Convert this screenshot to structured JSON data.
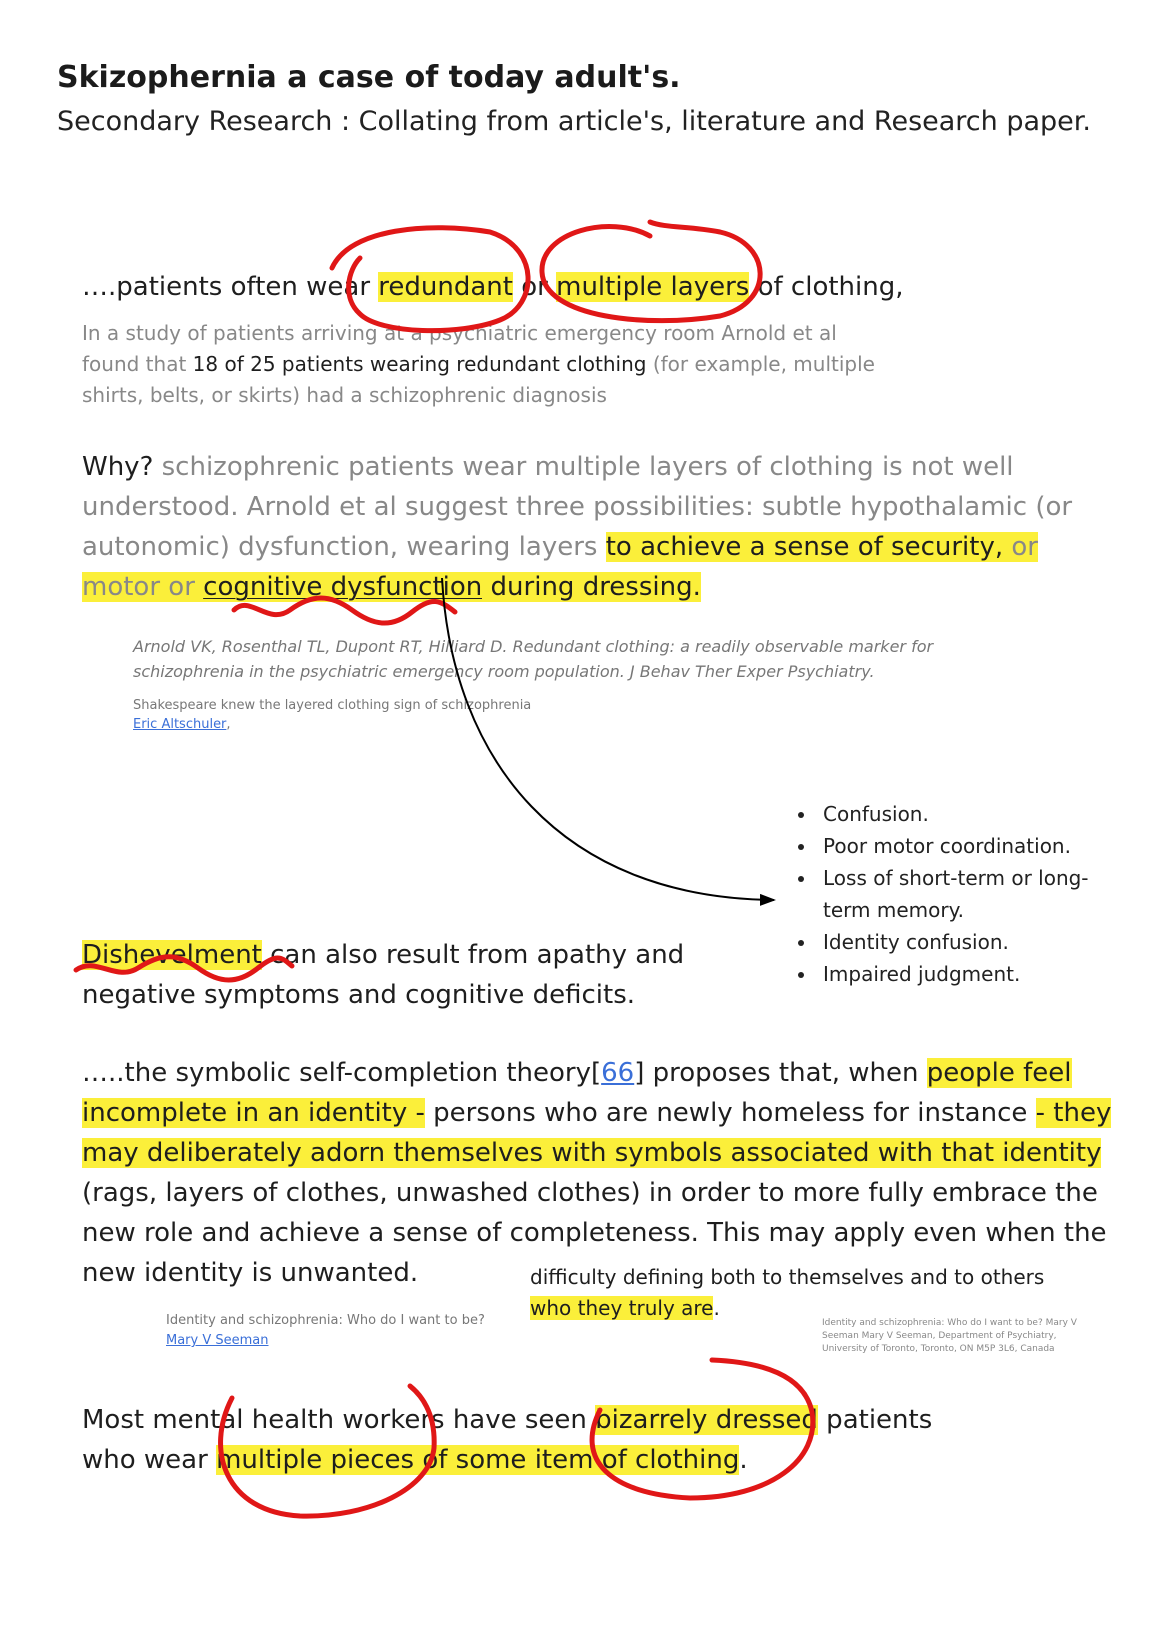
{
  "title": "Skizophernia a case of today adult's.",
  "subtitle": "Secondary Research : Collating from article's, literature and Research paper.",
  "quote1": {
    "pre": "….patients often wear ",
    "h1": "redundant",
    "mid": " or ",
    "h2": "multiple layers",
    "post": " of clothing,"
  },
  "study": {
    "pre": "In a study of patients arriving at a psychiatric emergency room Arnold et al found that ",
    "dark": "18 of 25 patients wearing redundant clothing",
    "post": " (for example, multiple shirts, belts, or skirts) had a schizophrenic diagnosis"
  },
  "why": {
    "lead": "Why?",
    "gray": " schizophrenic patients wear multiple layers of clothing is not well understood. Arnold et al suggest three possibilities: subtle hypothalamic (or autonomic) dysfunction, wearing layers ",
    "h1": "to achieve a sense of security,",
    "h2": " or motor or ",
    "h3": "cognitive dysfunction",
    "h4": " during dressing",
    "end": "."
  },
  "citation1": "Arnold VK, Rosenthal TL, Dupont RT, Hilliard D. Redundant clothing: a readily observable marker for schizophrenia in the psychiatric emergency room population. J Behav Ther Exper Psychiatry.",
  "shakespeare": {
    "text": "Shakespeare knew the layered clothing sign of schizophrenia",
    "author": "Eric Altschuler",
    "comma": ","
  },
  "symptoms": [
    "Confusion.",
    "Poor motor coordination.",
    "Loss of short-term or long-term memory.",
    "Identity confusion.",
    "Impaired judgment."
  ],
  "dishevelment": {
    "h": "Dishevelment",
    "rest": " can also result from apathy and negative symptoms and cognitive deficits."
  },
  "theory": {
    "pre": "…..the symbolic self-completion theory[",
    "ref": "66",
    "post": "] proposes that, when ",
    "h1": "people feel incomplete in an identity -",
    "mid": " persons who are newly homeless for instance ",
    "h2": "- they may deliberately adorn themselves with symbols associated with that identity",
    "rest": " (rags, layers of clothes, unwashed clothes) in order to more fully embrace the new role and achieve a sense of completeness. This may apply even when the new identity is unwanted."
  },
  "difficulty": {
    "pre": "difficulty defining both to themselves and to others ",
    "h": "who they truly are",
    "end": "."
  },
  "citation2": {
    "text": "Identity and schizophrenia: Who do I want to be?",
    "author": "Mary V Seeman"
  },
  "citation3": "Identity and schizophrenia: Who do I want to be? Mary V Seeman Mary V Seeman, Department of Psychiatry, University of Toronto, Toronto, ON M5P 3L6, Canada",
  "most": {
    "pre": "Most mental health workers have seen ",
    "h1": "bizarrely dressed",
    "mid": " patients who wear ",
    "h2": "multiple pieces of some item of clothing",
    "end": "."
  },
  "colors": {
    "highlight": "#fbef3a",
    "annotation": "#e01717",
    "link": "#3a6fd8"
  }
}
